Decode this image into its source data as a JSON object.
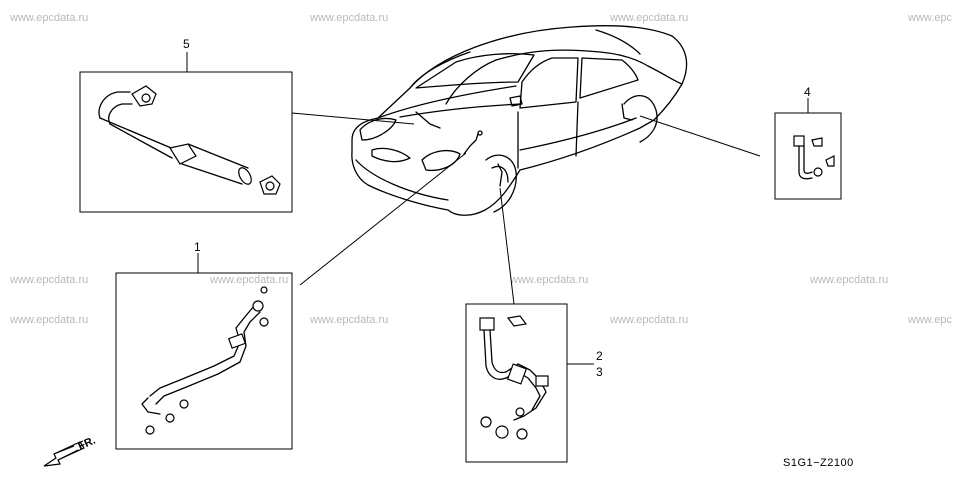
{
  "watermark": "www.epcdata.ru",
  "watermark_edge": "www.epc",
  "callouts": {
    "c1": "1",
    "c2": "2",
    "c3": "3",
    "c4": "4",
    "c5": "5"
  },
  "diagram_code": "S1G1−Z2100",
  "direction_label": "FR."
}
